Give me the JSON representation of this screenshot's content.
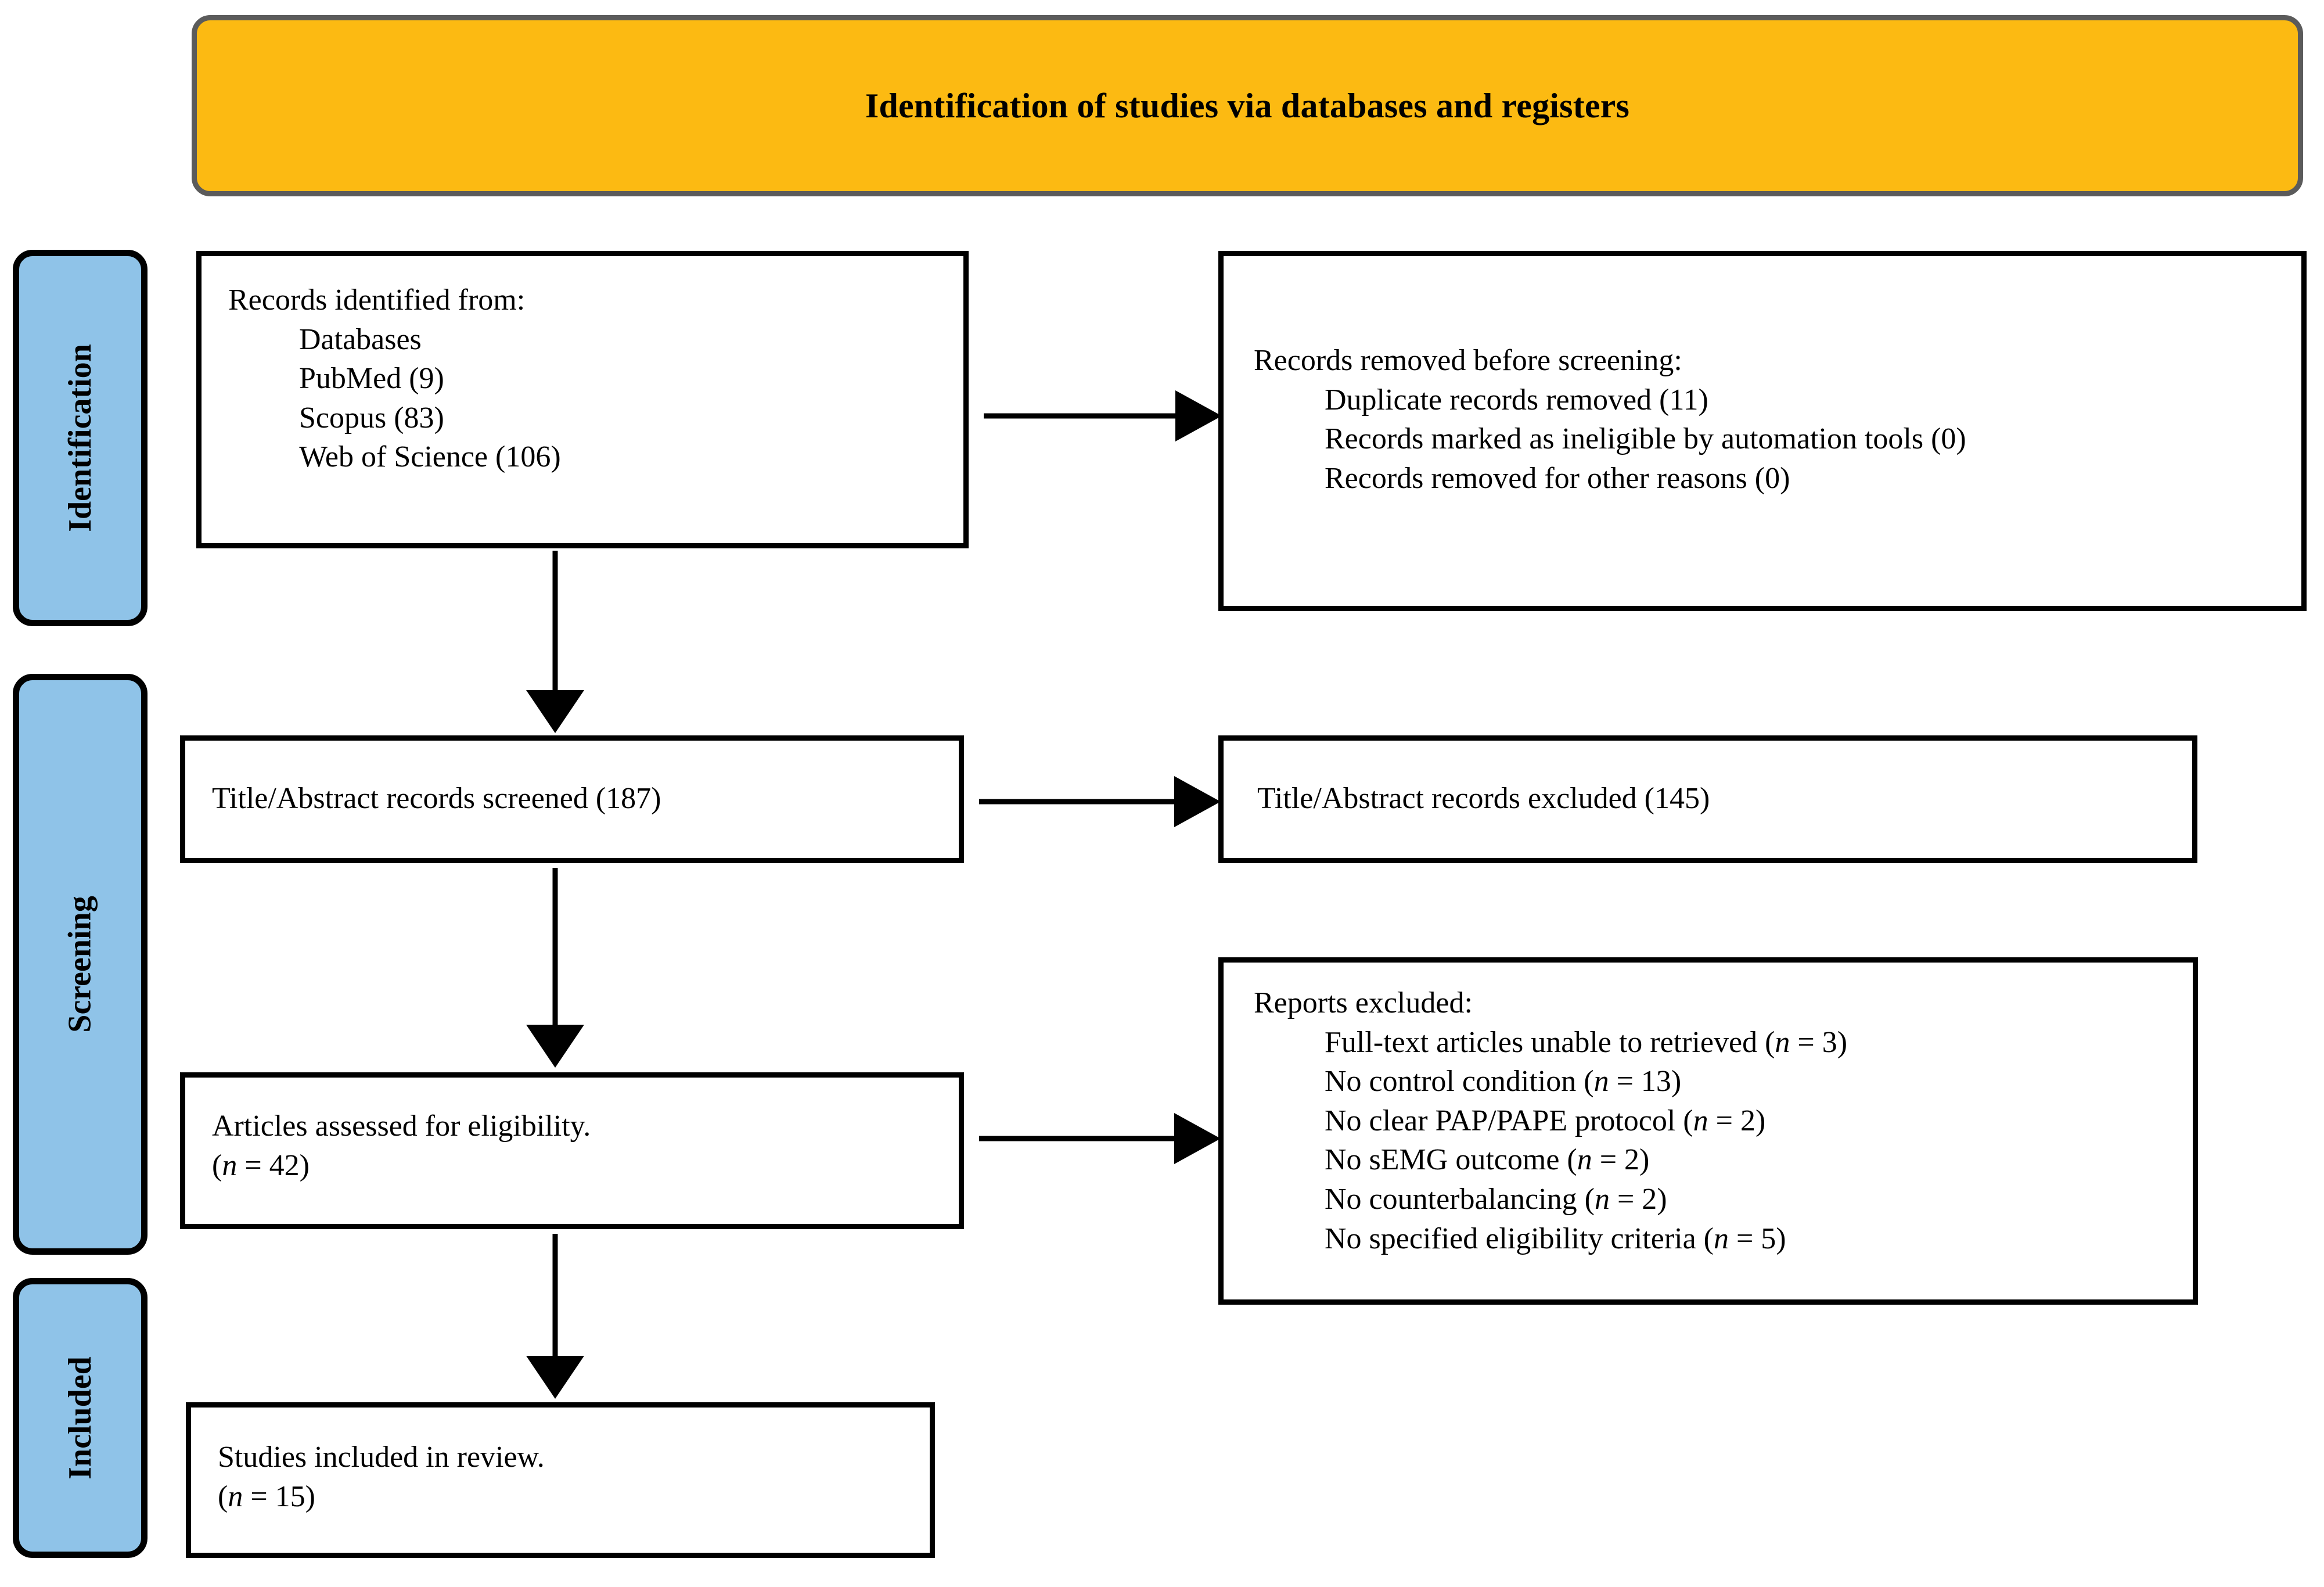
{
  "diagram": {
    "title": "Identification of studies via databases and registers",
    "colors": {
      "banner_fill": "#FCBA12",
      "banner_border": "#5B5B5B",
      "stage_tab_fill": "#8FC3E8",
      "box_border": "#000000",
      "box_fill": "#FFFFFF"
    }
  },
  "stages": {
    "identification": "Identification",
    "screening": "Screening",
    "included": "Included"
  },
  "boxes": {
    "identified": {
      "heading": "Records identified from:",
      "items": [
        "Databases",
        "PubMed (9)",
        "Scopus (83)",
        "Web of Science (106)"
      ]
    },
    "removed": {
      "heading": "Records removed before screening:",
      "items": [
        "Duplicate records removed (11)",
        "Records marked as ineligible by automation tools (0)",
        "Records removed for other reasons (0)"
      ]
    },
    "screened": {
      "line1": "Title/Abstract records screened (187)"
    },
    "excluded_title_abstract": {
      "line1": "Title/Abstract records excluded (145)"
    },
    "eligibility": {
      "line1": "Articles assessed for eligibility.",
      "line2_prefix": "(",
      "line2_n": "n",
      "line2_suffix": " = 42)"
    },
    "reports_excluded": {
      "heading": "Reports excluded:",
      "items": [
        {
          "reason": "Full-text articles unable to retrieved (",
          "n": "n",
          "value": " = 3)"
        },
        {
          "reason": "No control condition (",
          "n": "n",
          "value": " = 13)"
        },
        {
          "reason": "No clear PAP/PAPE protocol (",
          "n": "n",
          "value": " = 2)"
        },
        {
          "reason": "No sEMG outcome (",
          "n": "n",
          "value": " = 2)"
        },
        {
          "reason": "No counterbalancing (",
          "n": "n",
          "value": " = 2)"
        },
        {
          "reason": "No specified eligibility criteria (",
          "n": "n",
          "value": " = 5)"
        }
      ]
    },
    "included": {
      "line1": "Studies included in review.",
      "line2_prefix": "(",
      "line2_n": "n",
      "line2_suffix": " = 15)"
    }
  },
  "counts": {
    "pubmed": 9,
    "scopus": 83,
    "web_of_science": 106,
    "duplicates_removed": 11,
    "ineligible_automation": 0,
    "removed_other": 0,
    "screened": 187,
    "excluded_title_abstract": 145,
    "assessed_eligibility": 42,
    "excluded_fulltext_unavailable": 3,
    "excluded_no_control": 13,
    "excluded_no_protocol": 2,
    "excluded_no_semg": 2,
    "excluded_no_counterbalancing": 2,
    "excluded_no_criteria": 5,
    "included_in_review": 15
  }
}
